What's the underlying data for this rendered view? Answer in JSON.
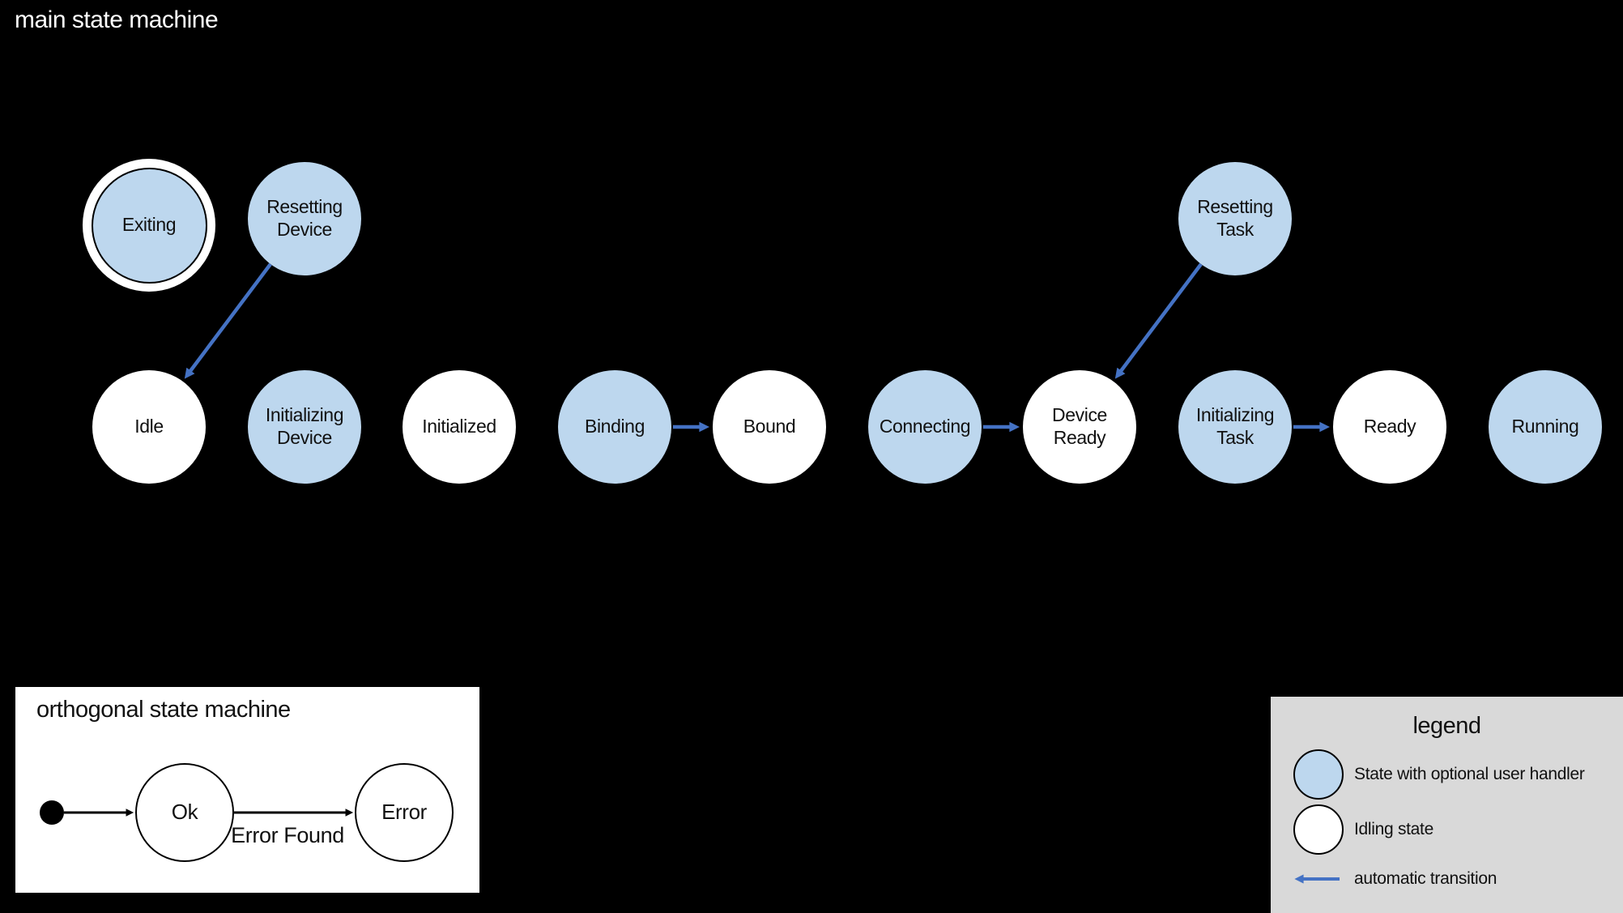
{
  "colors": {
    "background": "#000000",
    "handler_state_fill": "#BDD7EE",
    "idling_state_fill": "#FFFFFF",
    "automatic_transition_blue": "#4472C4",
    "legend_background": "#D9D9D9",
    "outline_black": "#000000"
  },
  "main": {
    "title": "main state machine",
    "states": [
      {
        "id": "exiting",
        "label": "Exiting",
        "kind": "final-with-handler"
      },
      {
        "id": "resetting-device",
        "label": "Resetting Device",
        "kind": "handler"
      },
      {
        "id": "resetting-task",
        "label": "Resetting Task",
        "kind": "handler"
      },
      {
        "id": "idle",
        "label": "Idle",
        "kind": "idling"
      },
      {
        "id": "initializing-device",
        "label": "Initializing Device",
        "kind": "handler"
      },
      {
        "id": "initialized",
        "label": "Initialized",
        "kind": "idling"
      },
      {
        "id": "binding",
        "label": "Binding",
        "kind": "handler"
      },
      {
        "id": "bound",
        "label": "Bound",
        "kind": "idling"
      },
      {
        "id": "connecting",
        "label": "Connecting",
        "kind": "handler"
      },
      {
        "id": "device-ready",
        "label": "Device Ready",
        "kind": "idling"
      },
      {
        "id": "initializing-task",
        "label": "Initializing Task",
        "kind": "handler"
      },
      {
        "id": "ready",
        "label": "Ready",
        "kind": "idling"
      },
      {
        "id": "running",
        "label": "Running",
        "kind": "handler"
      }
    ],
    "transitions": [
      {
        "from": "Resetting Device",
        "to": "Idle",
        "type": "automatic"
      },
      {
        "from": "Binding",
        "to": "Bound",
        "type": "automatic"
      },
      {
        "from": "Connecting",
        "to": "Device Ready",
        "type": "automatic"
      },
      {
        "from": "Resetting Task",
        "to": "Device Ready",
        "type": "automatic"
      },
      {
        "from": "Initializing Task",
        "to": "Ready",
        "type": "automatic"
      }
    ]
  },
  "orthogonal": {
    "title": "orthogonal state machine",
    "states": [
      {
        "id": "ok",
        "label": "Ok"
      },
      {
        "id": "error",
        "label": "Error"
      }
    ],
    "transitions": [
      {
        "from": "initial",
        "to": "Ok",
        "label": ""
      },
      {
        "from": "Ok",
        "to": "Error",
        "label": "Error Found"
      }
    ],
    "transition_label": "Error Found"
  },
  "legend": {
    "title": "legend",
    "items": [
      {
        "swatch": "blue-circle",
        "label": "State with optional user handler"
      },
      {
        "swatch": "white-circle",
        "label": "Idling state"
      },
      {
        "swatch": "blue-arrow",
        "label": "automatic transition"
      }
    ]
  }
}
